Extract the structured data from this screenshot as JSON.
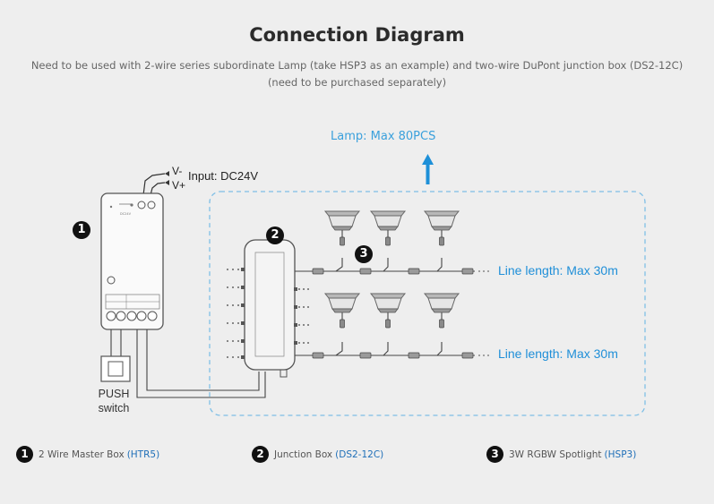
{
  "header": {
    "title": "Connection Diagram",
    "subtitle_line1": "Need to be used with 2-wire series subordinate Lamp (take HSP3 as an example) and two-wire DuPont junction box (DS2-12C)",
    "subtitle_line2": "(need to be purchased separately)"
  },
  "diagram": {
    "lamp_caption": "Lamp: Max 80PCS",
    "input_caption": "Input: DC24V",
    "v_minus": "V-",
    "v_plus": "V+",
    "line1_caption": "Line length: Max 30m",
    "line2_caption": "Line length: Max 30m",
    "push_line1": "PUSH",
    "push_line2": "switch",
    "badges": [
      "1",
      "2",
      "3"
    ],
    "arrow_color": "#1e90d8",
    "accent_color": "#3aa0dc"
  },
  "legend": [
    {
      "num": "1",
      "label": "2 Wire Master Box",
      "code": "(HTR5)"
    },
    {
      "num": "2",
      "label": "Junction Box",
      "code": "(DS2-12C)"
    },
    {
      "num": "3",
      "label": "3W RGBW Spotlight",
      "code": "(HSP3)"
    }
  ]
}
